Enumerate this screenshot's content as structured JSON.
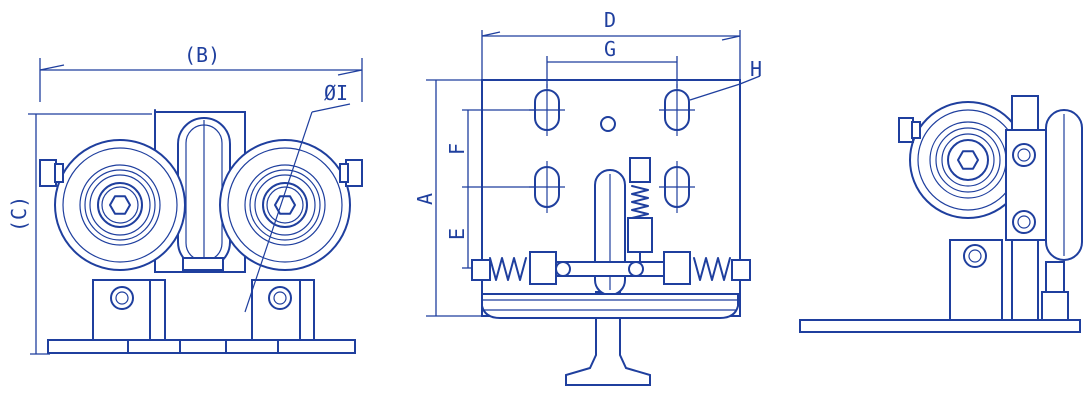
{
  "labels": {
    "B": "(B)",
    "C": "(C)",
    "I": "ØI",
    "D": "D",
    "G": "G",
    "H": "H",
    "A": "A",
    "F": "F",
    "E": "E"
  },
  "colors": {
    "line": "#1f3f9e",
    "background": "#ffffff"
  }
}
